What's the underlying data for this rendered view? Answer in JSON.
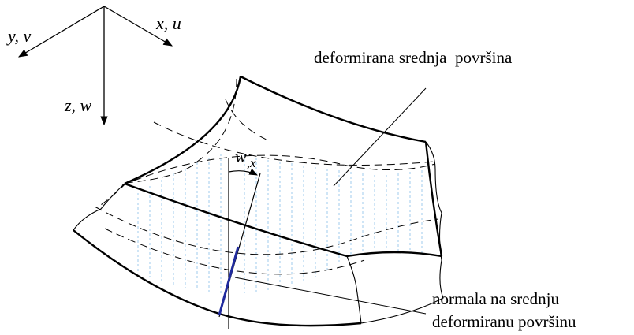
{
  "axes": {
    "x_label": "x, u",
    "y_label": "y, v",
    "z_label": "z, w"
  },
  "labels": {
    "surface": "deformirana srednja  površina",
    "normal_line1": "normala na srednju",
    "normal_line2": "deformiranu površinu",
    "slope_main": "w",
    "slope_sub": ",x"
  },
  "colors": {
    "stroke": "#000000",
    "normal": "#1f2a9e",
    "hatch": "#7ab8e6"
  }
}
